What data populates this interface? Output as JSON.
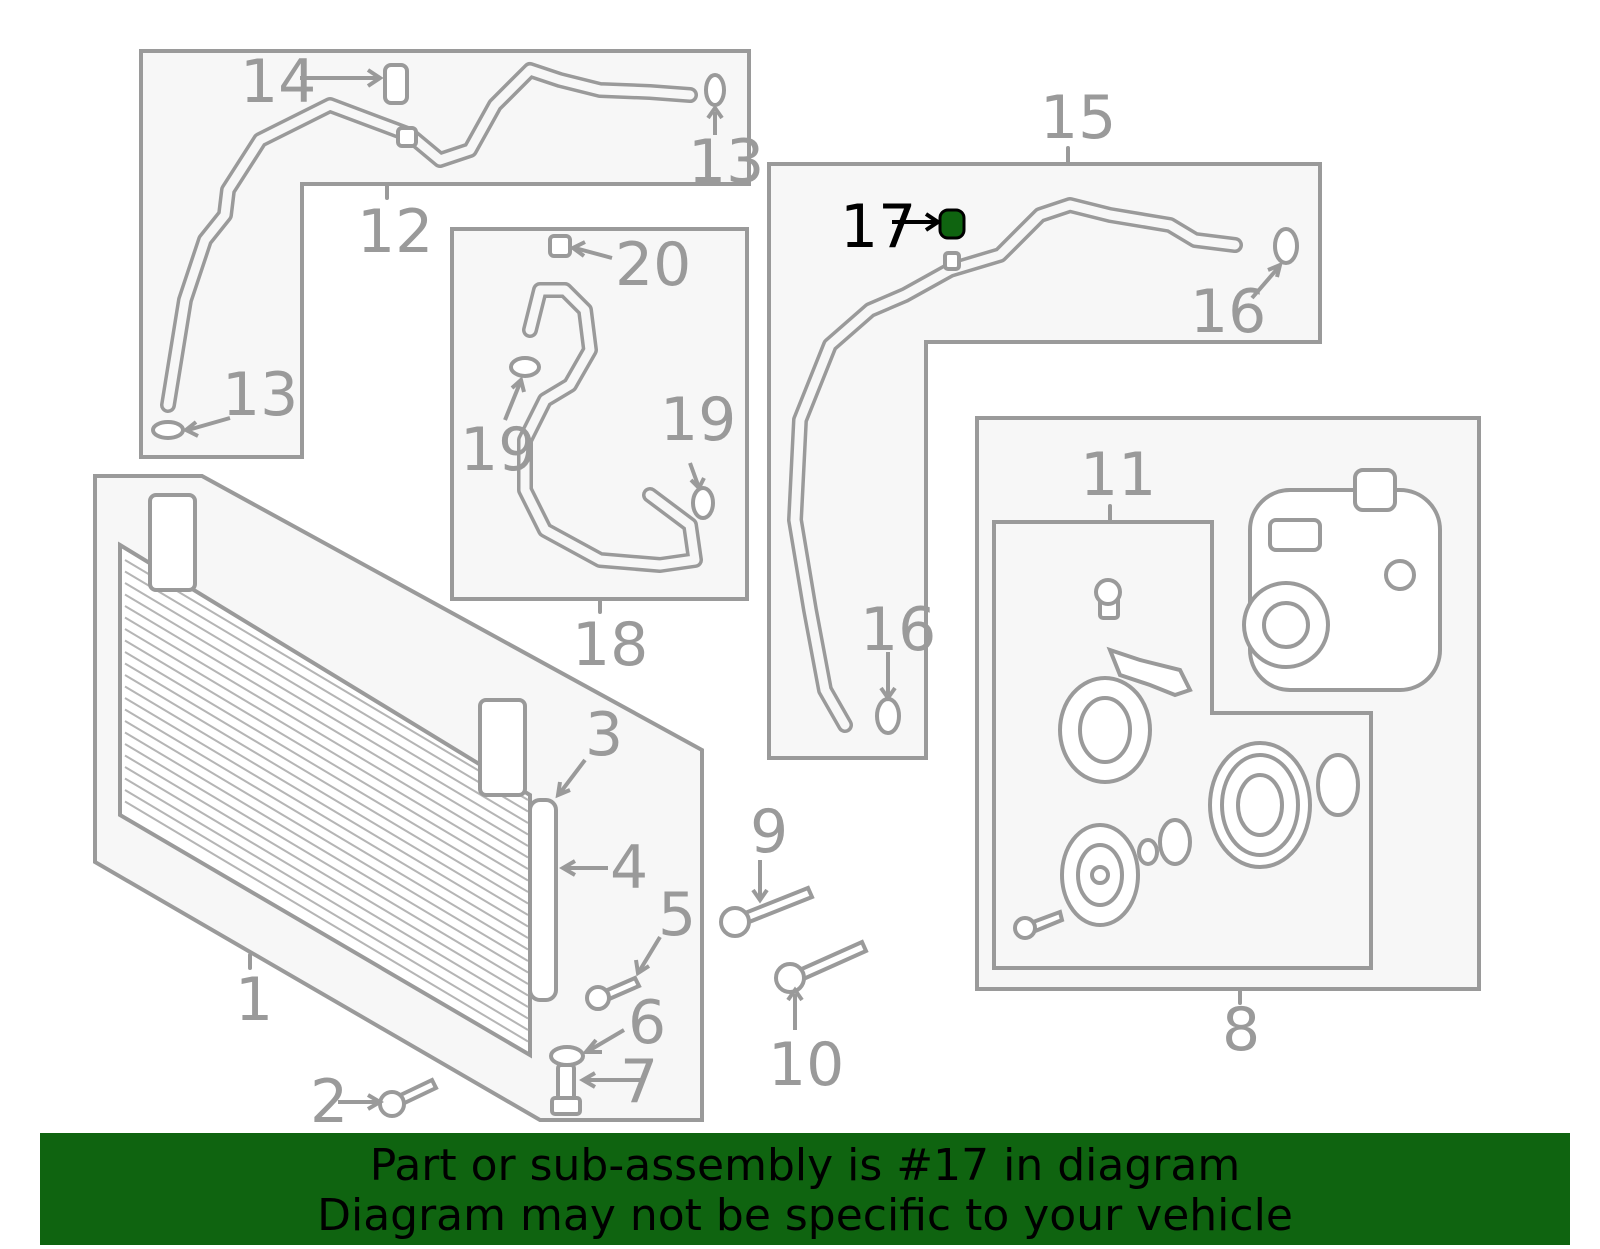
{
  "diagram": {
    "callouts": {
      "c1": "1",
      "c2": "2",
      "c3": "3",
      "c4": "4",
      "c5": "5",
      "c6": "6",
      "c7": "7",
      "c8": "8",
      "c9": "9",
      "c10": "10",
      "c11": "11",
      "c12": "12",
      "c13a": "13",
      "c13b": "13",
      "c14": "14",
      "c15": "15",
      "c16a": "16",
      "c16b": "16",
      "c17": "17",
      "c18": "18",
      "c19a": "19",
      "c19b": "19",
      "c20": "20"
    },
    "highlight_part": "17",
    "colors": {
      "line": "#9a9a9a",
      "box_fill": "#f7f7f7",
      "highlight": "#0f6410",
      "banner_bg": "#0f6410"
    }
  },
  "banner": {
    "line1": "Part or sub-assembly is #17 in diagram",
    "line2": "Diagram may not be specific to your vehicle"
  }
}
